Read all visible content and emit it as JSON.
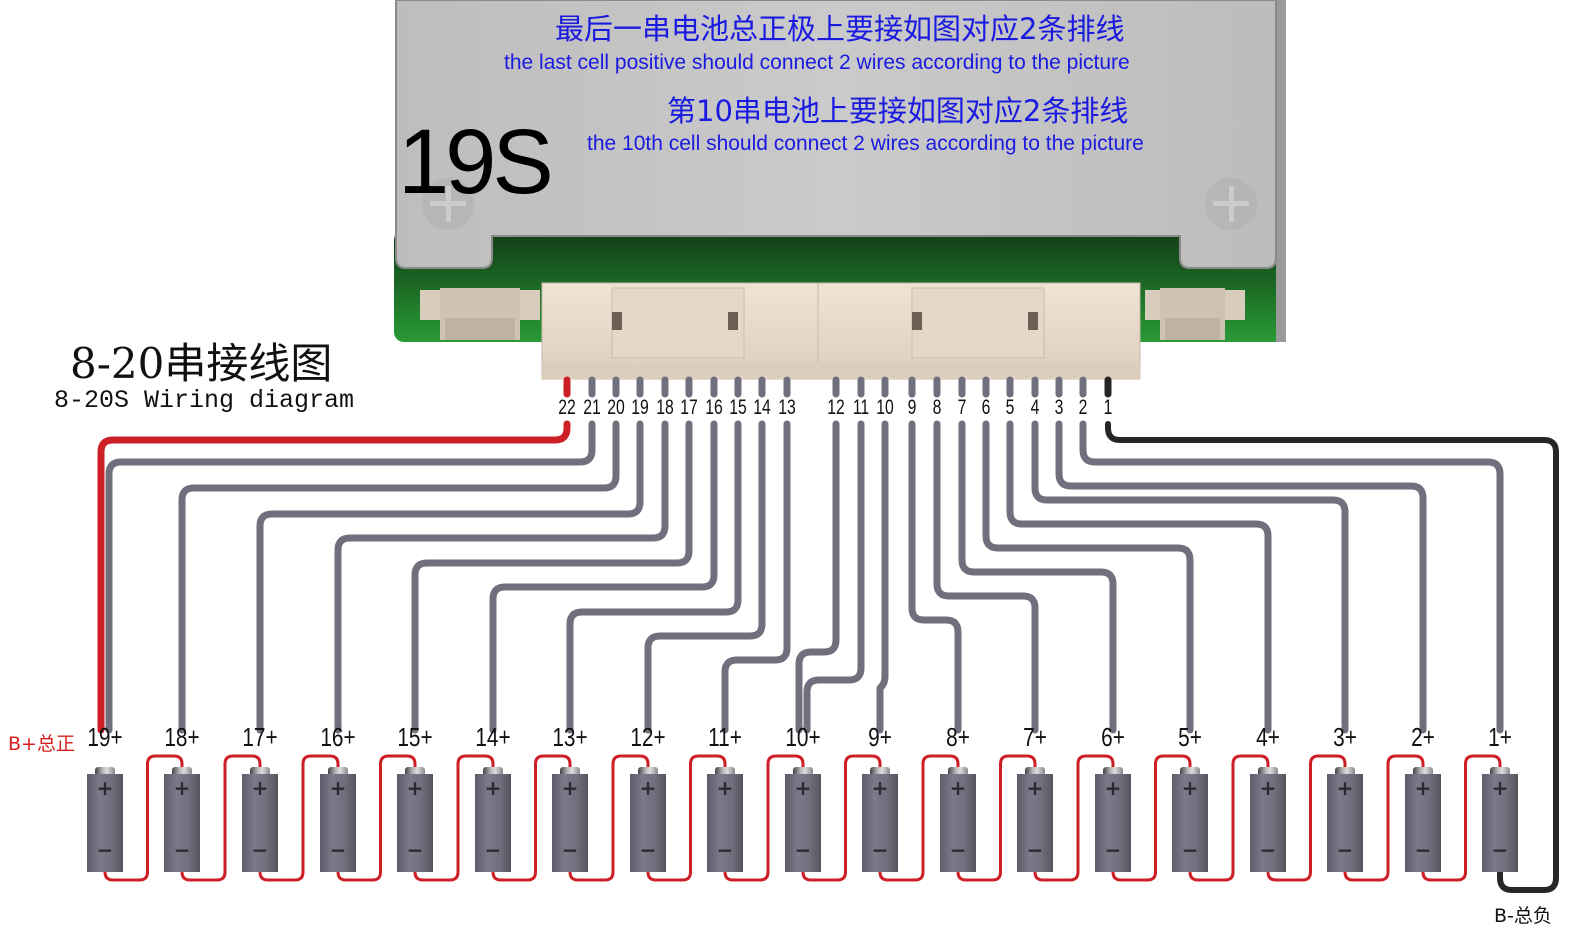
{
  "board": {
    "model_label": "19S",
    "note_last_cn": "最后一串电池总正极上要接如图对应2条排线",
    "note_last_en": "the last cell positive should connect 2 wires according to the picture",
    "note_10th_cn": "第10串电池上要接如图对应2条排线",
    "note_10th_en": "the 10th cell should connect 2 wires according to the picture"
  },
  "diagram_title": {
    "cn": "8-20串接线图",
    "en": "8-20S Wiring diagram"
  },
  "pins": {
    "labels": [
      "22",
      "21",
      "20",
      "19",
      "18",
      "17",
      "16",
      "15",
      "14",
      "13",
      "12",
      "11",
      "10",
      "9",
      "8",
      "7",
      "6",
      "5",
      "4",
      "3",
      "2",
      "1"
    ],
    "x": [
      567,
      592,
      616,
      640,
      665,
      689,
      714,
      738,
      762,
      787,
      836,
      861,
      885,
      912,
      937,
      962,
      986,
      1010,
      1035,
      1059,
      1083,
      1108
    ]
  },
  "cells": {
    "labels": [
      "19+",
      "18+",
      "17+",
      "16+",
      "15+",
      "14+",
      "13+",
      "12+",
      "11+",
      "10+",
      "9+",
      "8+",
      "7+",
      "6+",
      "5+",
      "4+",
      "3+",
      "2+",
      "1+"
    ],
    "x": [
      105,
      182,
      260,
      338,
      415,
      493,
      570,
      648,
      725,
      803,
      880,
      958,
      1035,
      1113,
      1190,
      1268,
      1345,
      1423,
      1500
    ],
    "plus_sign": "+",
    "minus_sign": "−"
  },
  "terminals": {
    "b_plus": "B+总正",
    "b_minus": "B-总负"
  },
  "colors": {
    "wire_gray": "#6f6f7d",
    "wire_red": "#cc2026",
    "wire_black": "#262626",
    "text_blue": "#1a1ae0",
    "pcb_green": "#1f7a2a",
    "cover_gray": "#c8c8c8",
    "connector_beige": "#e9dccd"
  }
}
